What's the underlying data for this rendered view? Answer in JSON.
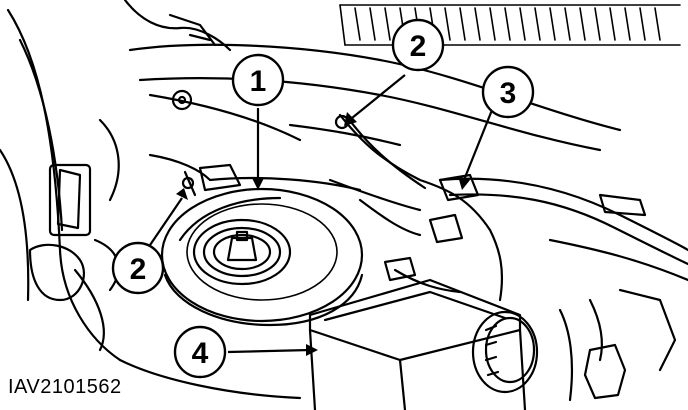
{
  "figure": {
    "code": "IAV2101562",
    "callouts": [
      {
        "label": "1"
      },
      {
        "label": "2"
      },
      {
        "label": "3"
      },
      {
        "label": "2"
      },
      {
        "label": "4"
      }
    ]
  },
  "colors": {
    "line": "#000000",
    "background": "#ffffff"
  }
}
